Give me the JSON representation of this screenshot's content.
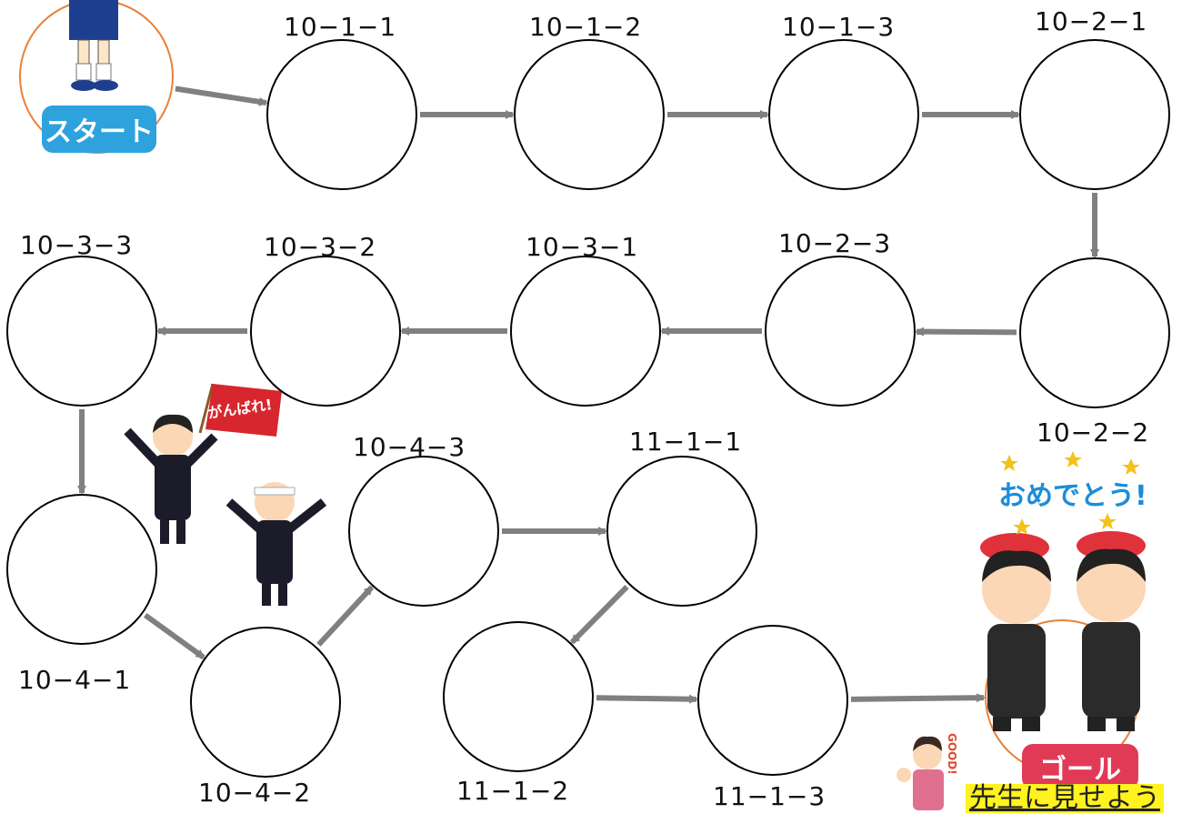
{
  "nodes": [
    {
      "id": "n1",
      "label": "10−1−1"
    },
    {
      "id": "n2",
      "label": "10−1−2"
    },
    {
      "id": "n3",
      "label": "10−1−3"
    },
    {
      "id": "n4",
      "label": "10−2−1"
    },
    {
      "id": "n5",
      "label": "10−2−2"
    },
    {
      "id": "n6",
      "label": "10−2−3"
    },
    {
      "id": "n7",
      "label": "10−3−1"
    },
    {
      "id": "n8",
      "label": "10−3−2"
    },
    {
      "id": "n9",
      "label": "10−3−3"
    },
    {
      "id": "n10",
      "label": "10−4−1"
    },
    {
      "id": "n11",
      "label": "10−4−2"
    },
    {
      "id": "n12",
      "label": "10−4−3"
    },
    {
      "id": "n13",
      "label": "11−1−1"
    },
    {
      "id": "n14",
      "label": "11−1−2"
    },
    {
      "id": "n15",
      "label": "11−1−3"
    }
  ],
  "edges": [
    [
      "start",
      "n1"
    ],
    [
      "n1",
      "n2"
    ],
    [
      "n2",
      "n3"
    ],
    [
      "n3",
      "n4"
    ],
    [
      "n4",
      "n5"
    ],
    [
      "n5",
      "n6"
    ],
    [
      "n6",
      "n7"
    ],
    [
      "n7",
      "n8"
    ],
    [
      "n8",
      "n9"
    ],
    [
      "n9",
      "n10"
    ],
    [
      "n10",
      "n11"
    ],
    [
      "n11",
      "n12"
    ],
    [
      "n12",
      "n13"
    ],
    [
      "n13",
      "n14"
    ],
    [
      "n14",
      "n15"
    ],
    [
      "n15",
      "goal"
    ]
  ],
  "start_label": "スタート",
  "goal_label": "ゴール",
  "congrats_text": "おめでとう!",
  "flag_text": "がんばれ!",
  "good_text": "GOOD!",
  "footer_text": "先生に見せよう",
  "colors": {
    "arrow": "#808080",
    "node_stroke": "#000000",
    "ring": "#e8813a",
    "start": "#2ea2dd",
    "goal": "#e13a57",
    "highlight": "#fff21e"
  }
}
